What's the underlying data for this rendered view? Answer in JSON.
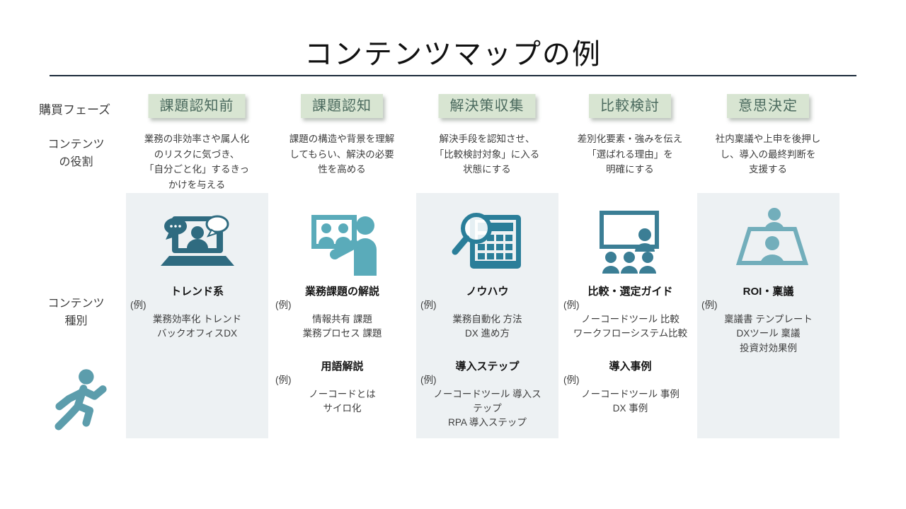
{
  "title": "コンテンツマップの例",
  "rails": {
    "phase_label": "購買フェーズ",
    "role_label": "コンテンツ\nの役割",
    "type_label": "コンテンツ\n種別"
  },
  "colors": {
    "chip_bg": "#d8e5d2",
    "chip_text": "#4b6a5e",
    "panel_bg": "#edf1f3",
    "rule": "#1b2a3a",
    "icon_col1": "#2f6b80",
    "icon_col2": "#5aabba",
    "icon_col3": "#2a7e99",
    "icon_col4": "#3b7e95",
    "icon_col5": "#72aebb",
    "runner": "#5c9dac"
  },
  "columns": [
    {
      "phase": "課題認知前",
      "role": "業務の非効率さや属人化\nのリスクに気づき、\n「自分ごと化」するきっ\nかけを与える",
      "icon": "laptop-video-chat-icon",
      "groups": [
        {
          "title": "トレンド系",
          "example_label": "(例)",
          "examples": "業務効率化 トレンド\nバックオフィスDX"
        }
      ]
    },
    {
      "phase": "課題認知",
      "role": "課題の構造や背景を理解\nしてもらい、解決の必要\n性を高める",
      "icon": "presenter-screen-icon",
      "groups": [
        {
          "title": "業務課題の解説",
          "example_label": "(例)",
          "examples": "情報共有 課題\n業務プロセス 課題"
        },
        {
          "title": "用語解説",
          "example_label": "(例)",
          "examples": "ノーコードとは\nサイロ化"
        }
      ]
    },
    {
      "phase": "解決策収集",
      "role": "解決手段を認知させ、\n「比較検討対象」に入る\n状態にする",
      "icon": "magnifier-spreadsheet-icon",
      "groups": [
        {
          "title": "ノウハウ",
          "example_label": "(例)",
          "examples": "業務自動化 方法\nDX 進め方"
        },
        {
          "title": "導入ステップ",
          "example_label": "(例)",
          "examples": "ノーコードツール 導入ス\nテップ\nRPA 導入ステップ"
        }
      ]
    },
    {
      "phase": "比較検討",
      "role": "差別化要素・強みを伝え\n「選ばれる理由」を\n明確にする",
      "icon": "seminar-audience-icon",
      "groups": [
        {
          "title": "比較・選定ガイド",
          "example_label": "(例)",
          "examples": "ノーコードツール 比較\nワークフローシステム比較"
        },
        {
          "title": "導入事例",
          "example_label": "(例)",
          "examples": "ノーコードツール 事例\nDX 事例"
        }
      ]
    },
    {
      "phase": "意思決定",
      "role": "社内稟議や上申を後押し\nし、導入の最終判断を\n支援する",
      "icon": "meeting-table-icon",
      "groups": [
        {
          "title": "ROI・稟議",
          "example_label": "(例)",
          "examples": "稟議書 テンプレート\nDXツール 稟議\n投資対効果例"
        }
      ]
    }
  ]
}
